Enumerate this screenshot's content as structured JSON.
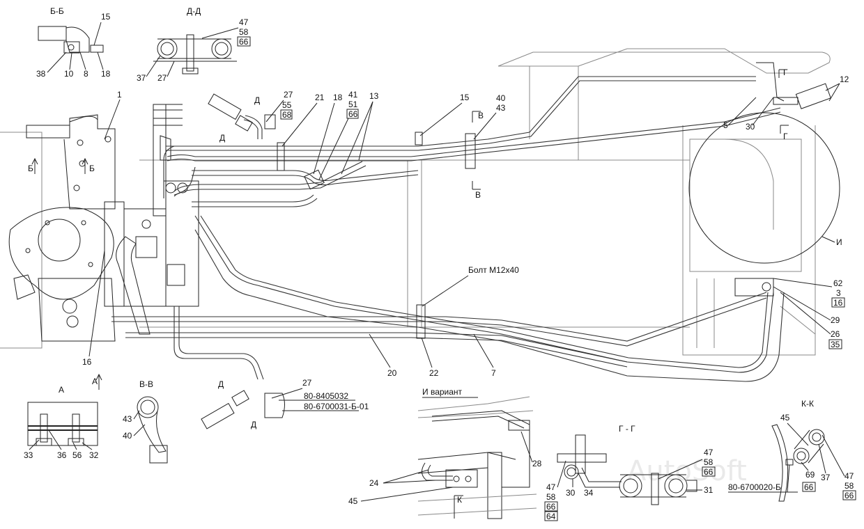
{
  "watermark": "AutoSoft",
  "sections": {
    "bb": "Б-Б",
    "dd": "Д-Д",
    "a": "А",
    "vv": "В-В",
    "i_variant": "И вариант",
    "gg": "Г - Г",
    "kk": "К-К"
  },
  "markers": {
    "b_left": "Б",
    "b_right": "Б",
    "a_arrow": "А",
    "d_top1": "Д",
    "d_top2": "Д",
    "d_bot1": "Д",
    "d_bot2": "Д",
    "v_top": "В",
    "v_bot": "В",
    "g_top": "Г",
    "g_bot": "Г",
    "i_label": "И",
    "k_label": "К"
  },
  "callouts": {
    "c1": "1",
    "c16a": "16",
    "c27a": "27",
    "c55": "55",
    "c68": "68",
    "c21": "21",
    "c18a": "18",
    "c41": "41",
    "c51": "51",
    "c66a": "66",
    "c13": "13",
    "c15a": "15",
    "c40a": "40",
    "c43a": "43",
    "c12": "12",
    "c5": "5",
    "c30a": "30",
    "bolt": "Болт М12х40",
    "c62": "62",
    "c3": "3",
    "c16b": "16",
    "c29": "29",
    "c26": "26",
    "c35": "35",
    "c20": "20",
    "c22": "22",
    "c7": "7",
    "c27b": "27",
    "part1": "80-8405032",
    "part2": "80-6700031-Б-01"
  },
  "bb_labels": {
    "c15": "15",
    "c38": "38",
    "c10": "10",
    "c8": "8",
    "c18": "18"
  },
  "dd_labels": {
    "c47": "47",
    "c58": "58",
    "c66": "66",
    "c37": "37",
    "c27": "27"
  },
  "a_labels": {
    "c33": "33",
    "c36": "36",
    "c56": "56",
    "c32": "32"
  },
  "vv_labels": {
    "c43": "43",
    "c40": "40"
  },
  "i_labels": {
    "c24": "24",
    "c45": "45",
    "c28": "28"
  },
  "gg_labels": {
    "c47": "47",
    "c58": "58",
    "c66": "66",
    "c30": "30",
    "c34": "34",
    "c31": "31",
    "l47": "47",
    "l58": "58",
    "l66": "66",
    "l64": "64"
  },
  "kk_labels": {
    "c45": "45",
    "c69": "69",
    "c37": "37",
    "c47": "47",
    "c58": "58",
    "c66": "66",
    "c66b": "66",
    "part": "80-6700020-Б"
  }
}
